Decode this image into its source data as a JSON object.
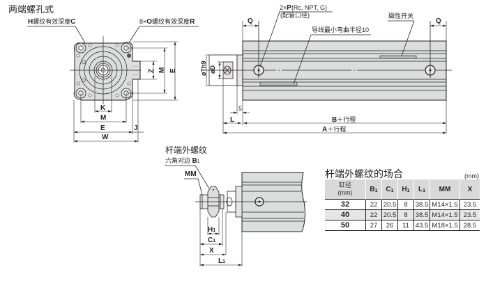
{
  "front_view": {
    "title": "两端螺孔式",
    "callout_left": {
      "pre": "H",
      "text": "螺纹有效深度",
      "post": "C"
    },
    "callout_right": {
      "pre": "8×",
      "bold": "O",
      "text": "螺纹有效深度",
      "post": "R"
    },
    "dims": {
      "K": "K",
      "M_h": "M",
      "E_h": "E",
      "W": "W",
      "J": "J",
      "Z": "Z",
      "M_v": "M",
      "E_v": "E"
    }
  },
  "side_view": {
    "port_callout": {
      "pre": "2×",
      "bold": "P",
      "text": "(Rc, NPT, G)",
      "sub": "(配管口径)"
    },
    "lead_callout": "导线最小弯曲半径10",
    "switch_callout": "磁性开关",
    "dims": {
      "Q_left": "Q",
      "Q_right": "Q",
      "phi_D": "øD",
      "phi_Th9": "øTh9",
      "five": "5",
      "L": "L",
      "B": "B",
      "B_suffix": "＋行程",
      "A": "A",
      "A_suffix": "＋行程"
    }
  },
  "rod_view": {
    "title": "杆端外螺纹",
    "hex_label": "六角对边",
    "hex_dim": "B",
    "hex_sub": "1",
    "MM": "MM",
    "H1": "H",
    "C1": "C",
    "X": "X",
    "L1": "L",
    "sub": "1"
  },
  "table": {
    "title": "杆端外螺纹的场合",
    "unit": "(mm)",
    "headers": [
      {
        "main": "缸径",
        "sub": "(mm)"
      },
      {
        "main": "B",
        "sub": "1"
      },
      {
        "main": "C",
        "sub": "1"
      },
      {
        "main": "H",
        "sub": "1"
      },
      {
        "main": "L",
        "sub": "1"
      },
      {
        "main": "MM",
        "sub": ""
      },
      {
        "main": "X",
        "sub": ""
      }
    ],
    "rows": [
      [
        "32",
        "22",
        "20.5",
        "8",
        "38.5",
        "M14×1.5",
        "23.5"
      ],
      [
        "40",
        "22",
        "20.5",
        "8",
        "38.5",
        "M14×1.5",
        "23.5"
      ],
      [
        "50",
        "27",
        "26",
        "11",
        "43.5",
        "M18×1.5",
        "28.5"
      ]
    ]
  }
}
